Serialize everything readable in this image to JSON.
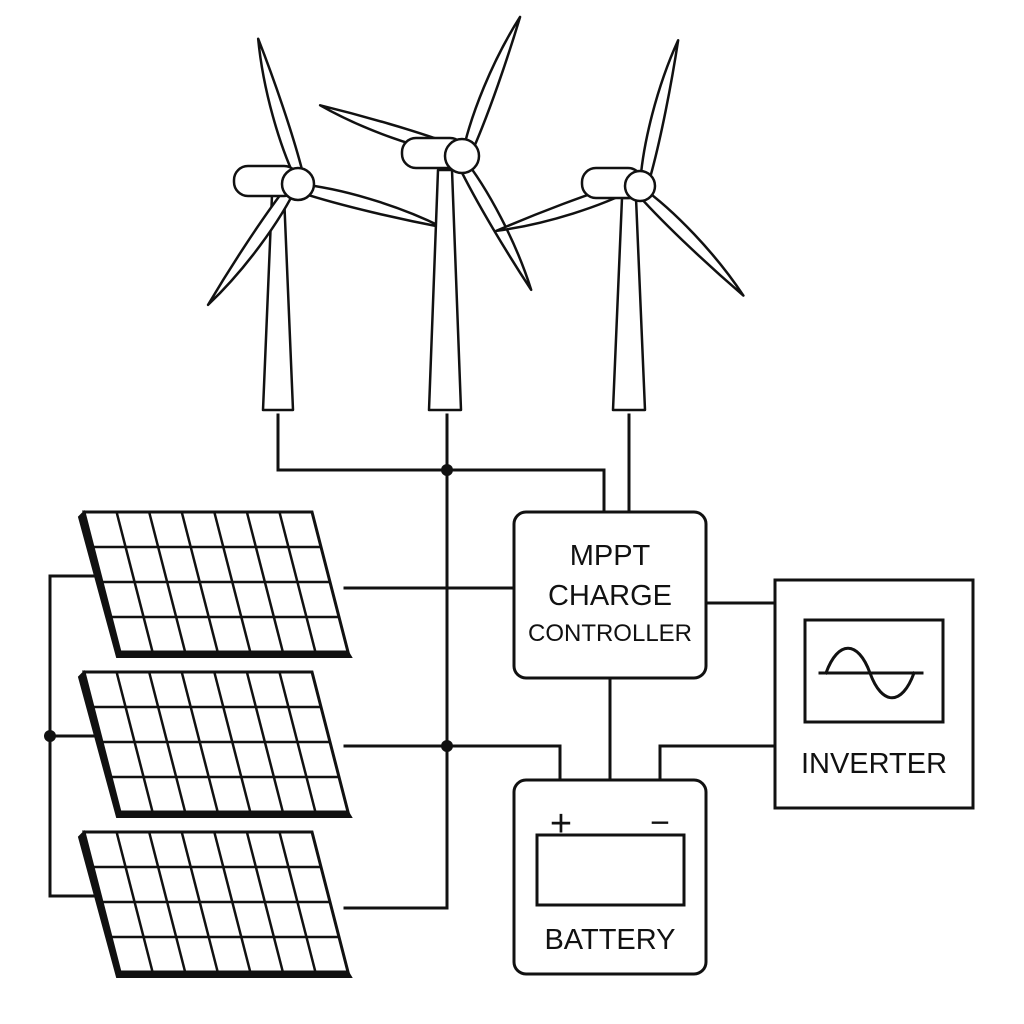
{
  "controller": {
    "line1": "MPPT",
    "line2": "CHARGE",
    "line3": "CONTROLLER"
  },
  "inverter": {
    "label": "INVERTER"
  },
  "battery": {
    "label": "BATTERY",
    "positive": "+",
    "negative": "−"
  },
  "components": {
    "wind_turbines": 3,
    "solar_panels": 3,
    "panel_grid": {
      "rows": 4,
      "cols": 7
    }
  },
  "colors": {
    "line": "#111111",
    "fill": "#ffffff"
  }
}
